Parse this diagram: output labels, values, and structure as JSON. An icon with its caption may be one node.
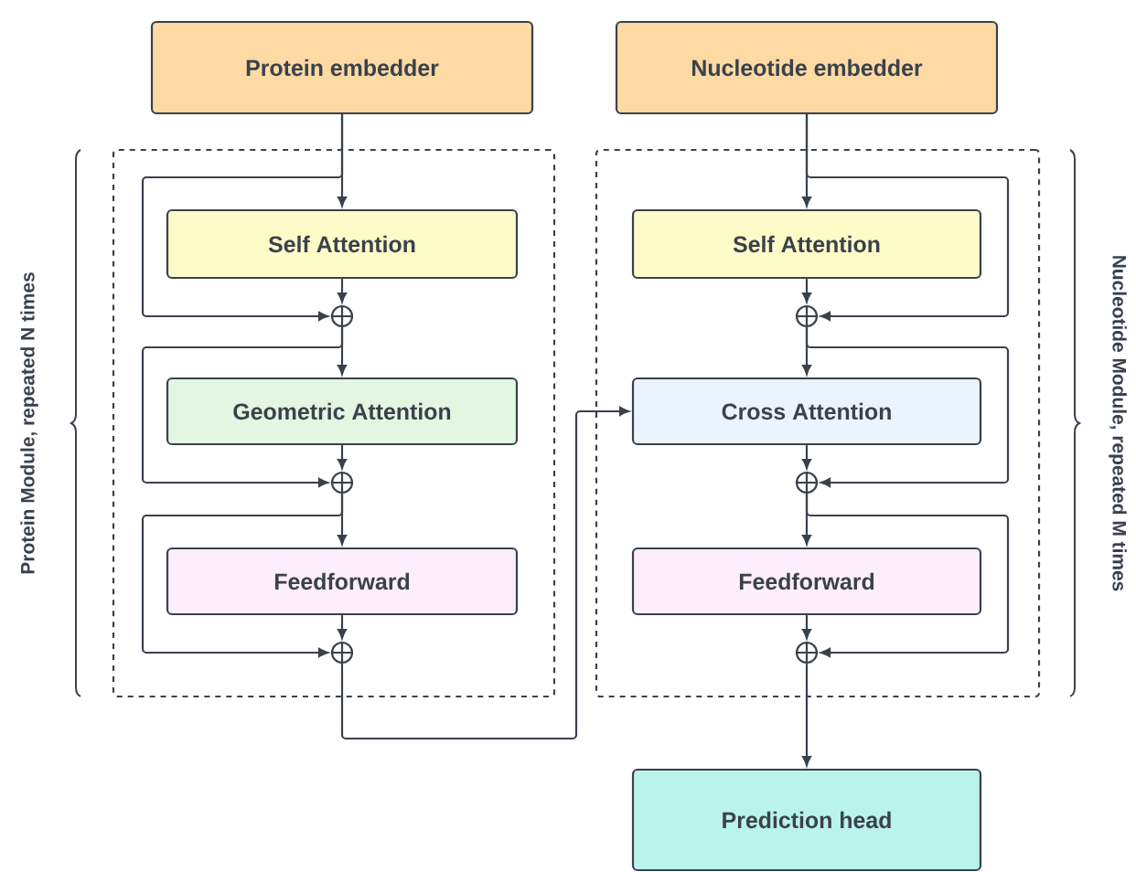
{
  "diagram": {
    "nodes": [
      {
        "text": [
          "Protein embedder"
        ]
      },
      {
        "text": [
          "Protein Module, repeated N times"
        ]
      },
      {
        "text": [
          "Self Attention"
        ],
        "in": 1
      },
      {
        "text": [],
        "shape": "circle",
        "in": 1
      },
      {
        "text": [
          "Geometric Attention"
        ],
        "in": 1
      },
      {
        "text": [],
        "shape": "circle",
        "in": 1
      },
      {
        "text": [
          "Feedforward"
        ],
        "in": 1
      },
      {
        "text": [],
        "shape": "circle",
        "in": 1
      },
      {
        "text": [
          "Nucleotide embedder"
        ]
      },
      {
        "text": [
          "Nucleotide Module, repeated M times"
        ]
      },
      {
        "text": [
          "Self Attention"
        ],
        "in": 9
      },
      {
        "text": [],
        "shape": "circle",
        "in": 9
      },
      {
        "text": [
          "Cross Attention"
        ],
        "in": 9
      },
      {
        "text": [],
        "shape": "circle",
        "in": 9
      },
      {
        "text": [
          "Feedforward"
        ],
        "in": 9
      },
      {
        "text": [],
        "shape": "circle",
        "in": 9
      },
      {
        "text": [
          "Prediction head"
        ]
      }
    ],
    "edges": [
      {
        "from": 0,
        "to": 2,
        "arrow": "to"
      },
      {
        "from": 0,
        "to": 3,
        "arrow": "to"
      },
      {
        "from": 2,
        "to": 3,
        "arrow": "to"
      },
      {
        "from": 3,
        "to": 4,
        "arrow": "to"
      },
      {
        "from": 3,
        "to": 5,
        "arrow": "to"
      },
      {
        "from": 4,
        "to": 5,
        "arrow": "to"
      },
      {
        "from": 5,
        "to": 6,
        "arrow": "to"
      },
      {
        "from": 5,
        "to": 7,
        "arrow": "to"
      },
      {
        "from": 6,
        "to": 7,
        "arrow": "to"
      },
      {
        "from": 7,
        "to": 12,
        "arrow": "to"
      },
      {
        "from": 8,
        "to": 10,
        "arrow": "to"
      },
      {
        "from": 8,
        "to": 11,
        "arrow": "to"
      },
      {
        "from": 10,
        "to": 11,
        "arrow": "to"
      },
      {
        "from": 11,
        "to": 12,
        "arrow": "to"
      },
      {
        "from": 11,
        "to": 13,
        "arrow": "to"
      },
      {
        "from": 12,
        "to": 13,
        "arrow": "to"
      },
      {
        "from": 13,
        "to": 14,
        "arrow": "to"
      },
      {
        "from": 13,
        "to": 15,
        "arrow": "to"
      },
      {
        "from": 14,
        "to": 15,
        "arrow": "to"
      },
      {
        "from": 15,
        "to": 16,
        "arrow": "to"
      }
    ]
  }
}
